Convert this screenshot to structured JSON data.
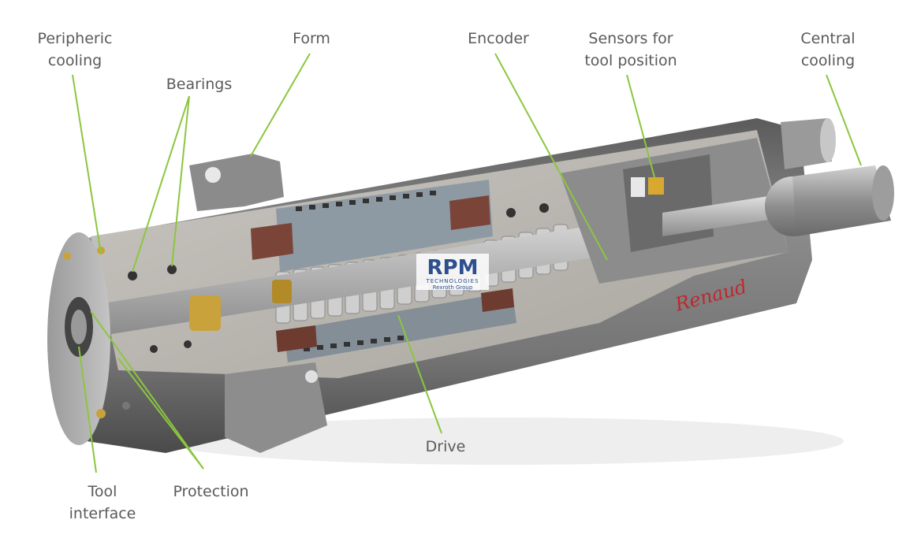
{
  "labels": {
    "peripheric_cooling": [
      "Peripheric",
      "cooling"
    ],
    "form": "Form",
    "encoder": "Encoder",
    "sensors": [
      "Sensors for",
      "tool position"
    ],
    "central_cooling": [
      "Central",
      "cooling"
    ],
    "bearings": "Bearings",
    "drive": "Drive",
    "tool_interface": [
      "Tool",
      "interface"
    ],
    "protection": "Protection"
  },
  "logo": {
    "main": "RPM",
    "sub1": "TECHNOLOGIES",
    "sub2": "Rexroth Group"
  },
  "brand": "Renaud",
  "colors": {
    "leader": "#8cc63f",
    "label_text": "#5a5a5a",
    "brand_red": "#c0272d",
    "logo_blue": "#2d4f8e"
  }
}
